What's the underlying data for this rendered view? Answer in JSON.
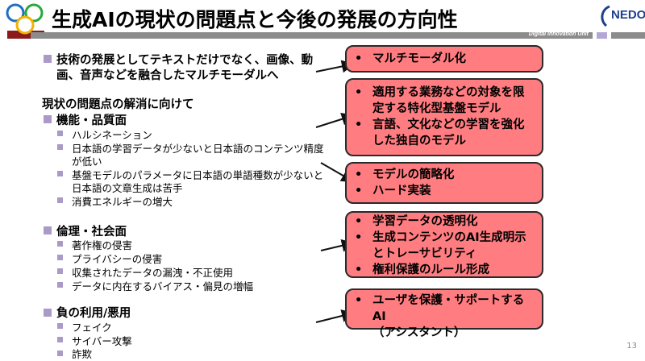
{
  "header": {
    "title": "生成AIの現状の問題点と今後の発展の方向性",
    "unit_label": "Digital Innovation Unit",
    "logo_brand": "NEDO"
  },
  "left": {
    "intro": [
      "技術の発展としてテキストだけでなく、画像、動",
      "画、音声などを融合したマルチモーダルへ"
    ],
    "section_heading": "現状の問題点の解消に向けて",
    "groups": [
      {
        "title": "機能・品質面",
        "items": [
          [
            "ハルシネーション"
          ],
          [
            "日本語の学習データが少ないと日本語のコンテンツ精度",
            "が低い"
          ],
          [
            "基盤モデルのパラメータに日本語の単語種数が少ないと",
            "日本語の文章生成は苦手"
          ],
          [
            "消費エネルギーの増大"
          ]
        ]
      },
      {
        "title": "倫理・社会面",
        "items": [
          [
            "著作権の侵害"
          ],
          [
            "プライバシーの侵害"
          ],
          [
            "収集されたデータの漏洩・不正使用"
          ],
          [
            "データに内在するバイアス・偏見の増幅"
          ]
        ]
      },
      {
        "title": "負の利用/悪用",
        "items": [
          [
            "フェイク"
          ],
          [
            "サイバー攻撃"
          ],
          [
            "詐欺"
          ]
        ]
      }
    ]
  },
  "boxes": [
    {
      "items": [
        [
          "マルチモーダル化"
        ]
      ]
    },
    {
      "items": [
        [
          "適用する業務などの対象を限",
          "定する特化型基盤モデル"
        ],
        [
          "言語、文化などの学習を強化",
          "した独自のモデル"
        ]
      ]
    },
    {
      "items": [
        [
          "モデルの簡略化"
        ],
        [
          "ハード実装"
        ]
      ]
    },
    {
      "items": [
        [
          "学習データの透明化"
        ],
        [
          "生成コンテンツのAI生成明示",
          "とトレーサビリティ"
        ],
        [
          "権利保護のルール形成"
        ]
      ]
    },
    {
      "items": [
        [
          "ユーザを保護・サポートするAI",
          "（アシスタント）"
        ]
      ]
    }
  ],
  "bullet_char": "•",
  "page_number": "13",
  "colors": {
    "box_fill": "#ff7c80",
    "bullet": "#a99bc6",
    "bar": "#8c8c8c",
    "brand": "#1f3f8f"
  }
}
